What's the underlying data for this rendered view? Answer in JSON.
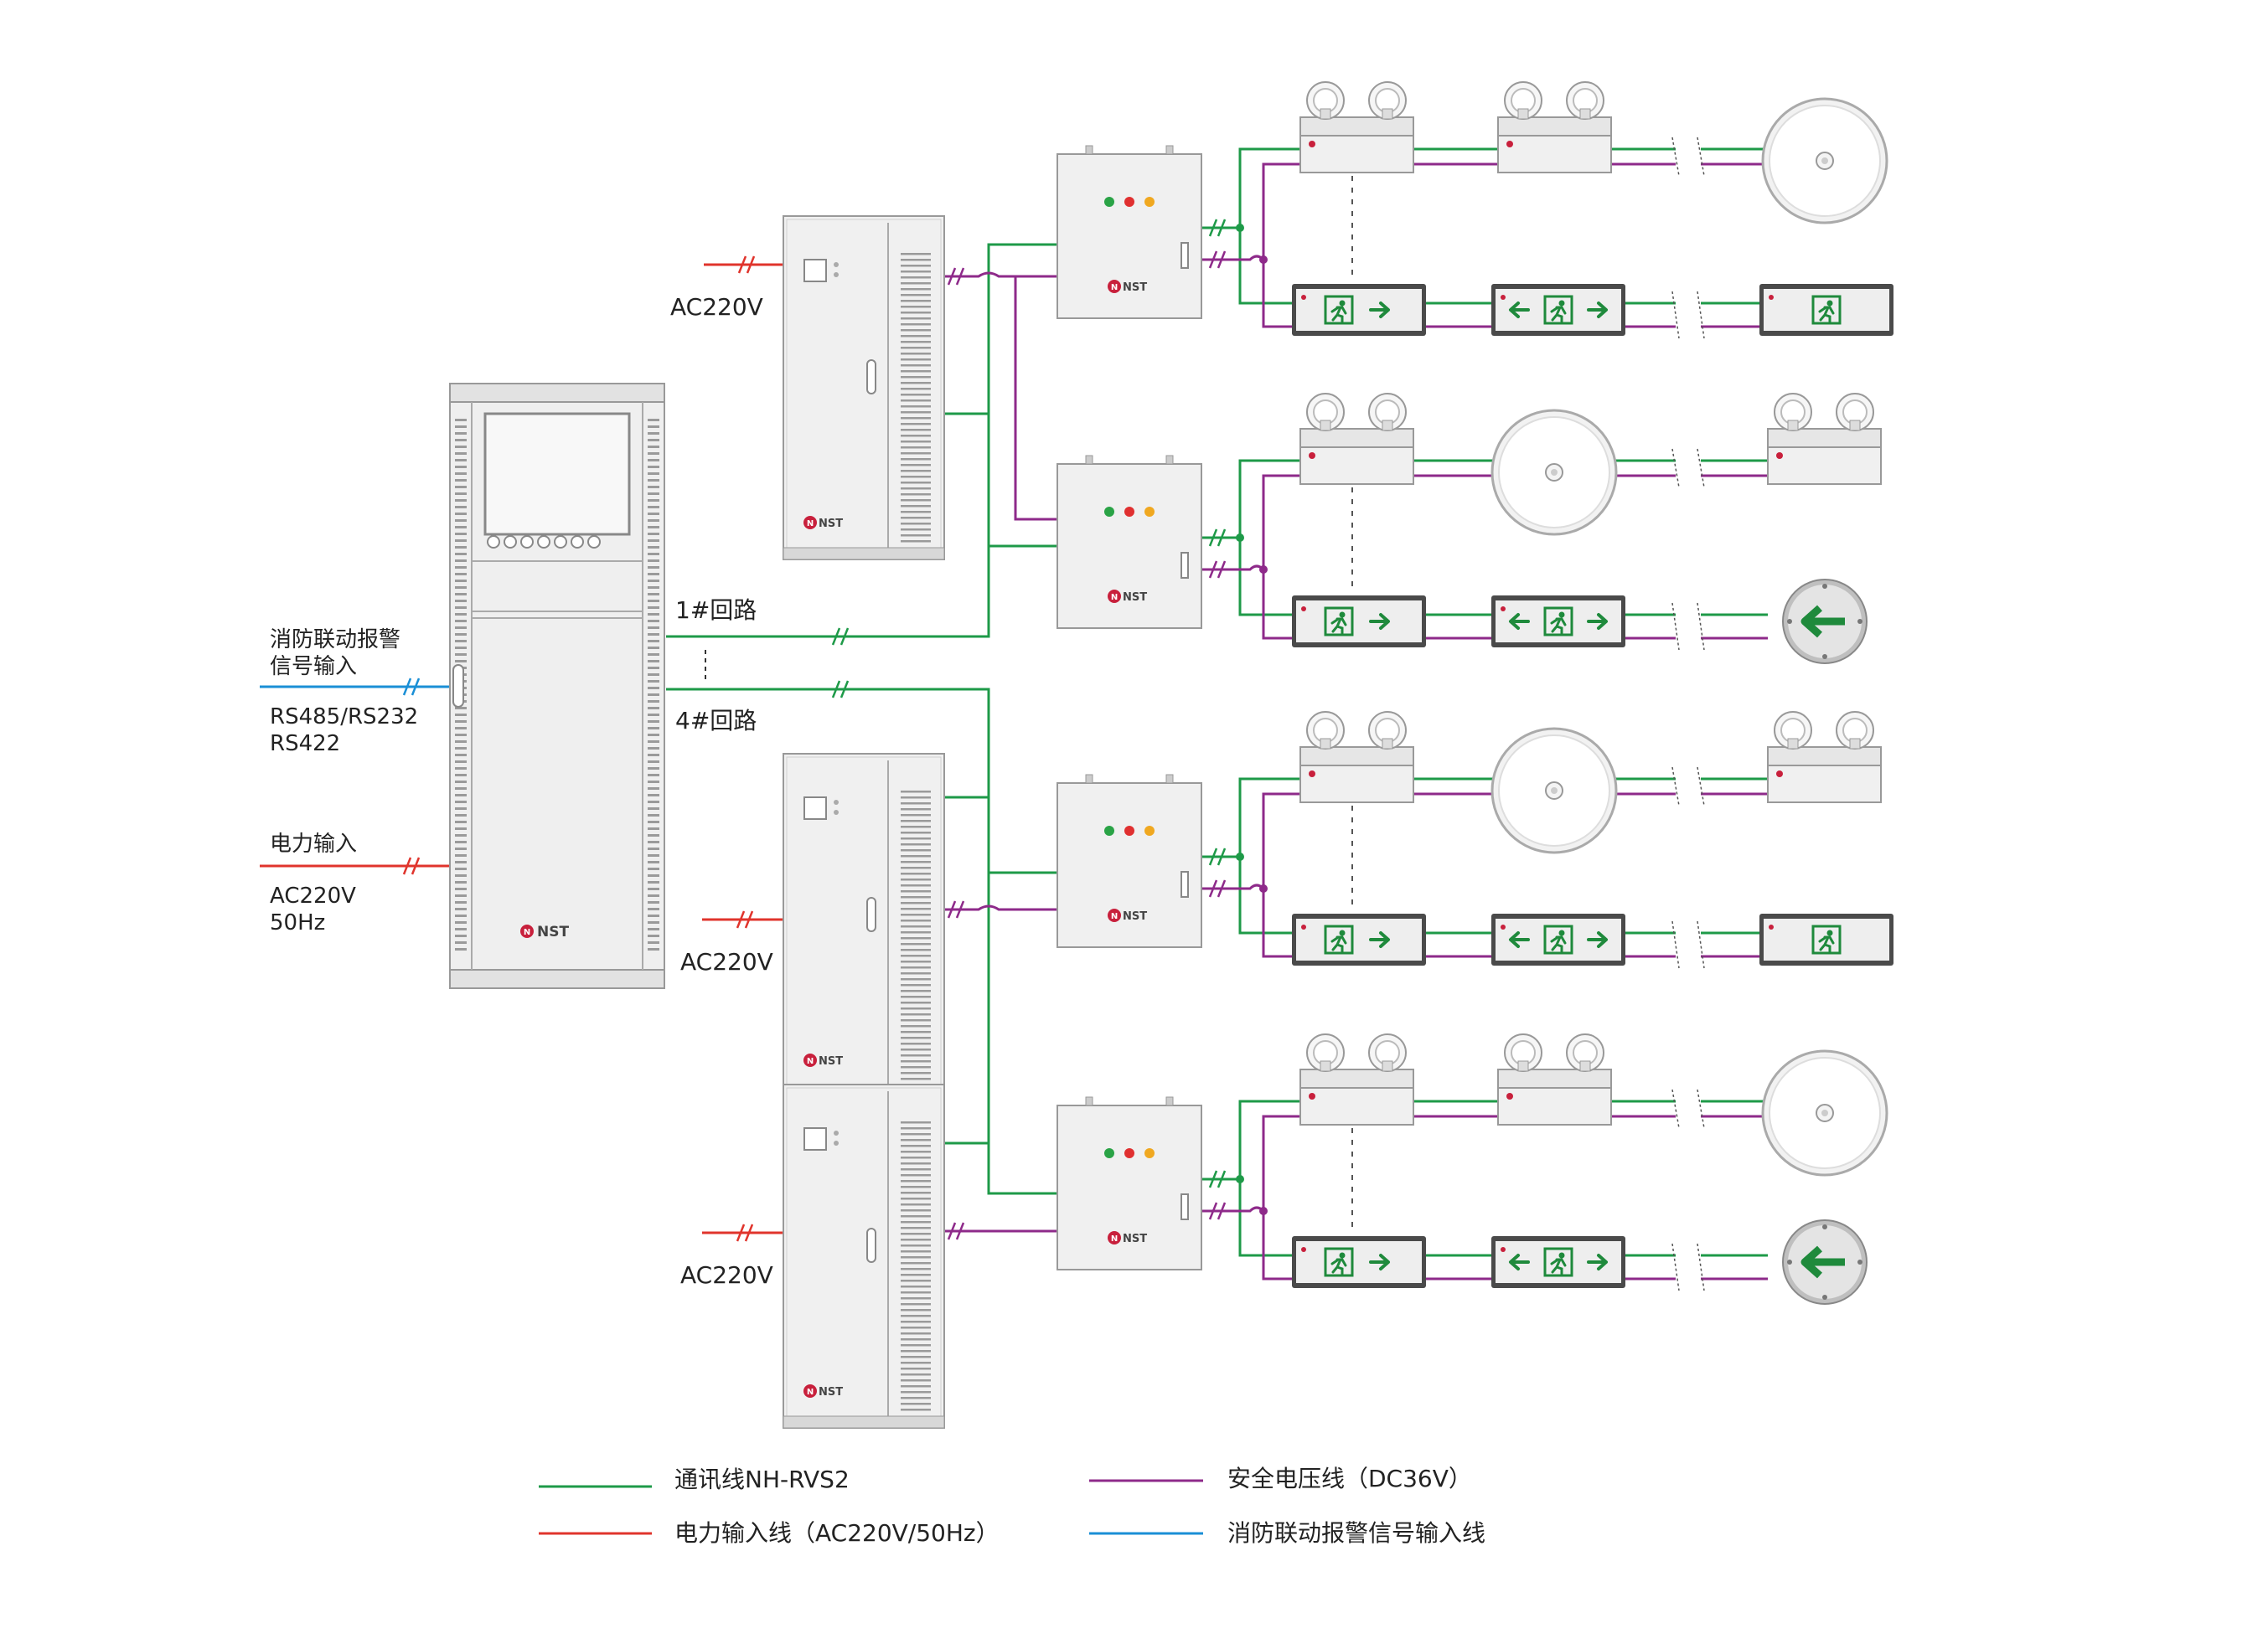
{
  "brand": "NST",
  "controller": {
    "left_labels": {
      "alarm_title_line1": "消防联动报警",
      "alarm_title_line2": "信号输入",
      "alarm_protocol_line1": "RS485/RS232",
      "alarm_protocol_line2": "RS422",
      "power_title": "电力输入",
      "power_spec_line1": "AC220V",
      "power_spec_line2": "50Hz"
    }
  },
  "loops": {
    "loop_1": "1#回路",
    "loop_4": "4#回路"
  },
  "power_supplies": [
    {
      "input_label": "AC220V"
    },
    {
      "input_label": "AC220V"
    },
    {
      "input_label": "AC220V"
    }
  ],
  "legend": {
    "comm_line": "通讯线NH-RVS2",
    "power_line": "电力输入线（AC220V/50Hz）",
    "safety_voltage_line": "安全电压线（DC36V）",
    "alarm_line": "消防联动报警信号输入线"
  },
  "colors": {
    "comm": "#1e9a48",
    "power": "#e0342c",
    "safety_voltage": "#8e2a8a",
    "alarm": "#1a8fd6",
    "sign_green": "#1f8a3c",
    "device_body": "#eeeeee",
    "device_border": "#9a9a9a"
  }
}
